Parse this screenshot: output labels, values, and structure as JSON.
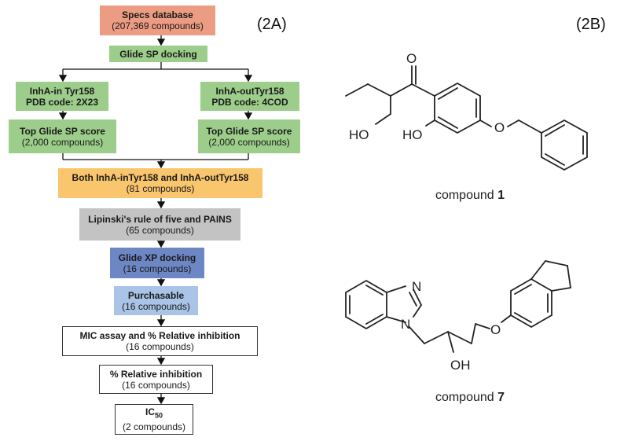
{
  "panel_a_label": "(2A)",
  "panel_b_label": "(2B)",
  "flowchart": {
    "specs_title": "Specs database",
    "specs_sub": "(207,369 compounds)",
    "glide_sp": "Glide SP docking",
    "inha_in_title": "InhA-in Tyr158",
    "inha_in_pdb": "PDB code: 2X23",
    "inha_out_title": "InhA-outTyr158",
    "inha_out_pdb": "PDB code: 4COD",
    "top_left_title": "Top Glide SP score",
    "top_left_sub": "(2,000 compounds)",
    "top_right_title": "Top Glide SP score",
    "top_right_sub": "(2,000 compounds)",
    "both_title": "Both InhA-inTyr158 and InhA-outTyr158",
    "both_sub": "(81 compounds)",
    "lipinski_title": "Lipinski's rule of five and PAINS",
    "lipinski_sub": "(65 compounds)",
    "glide_xp_title": "Glide XP docking",
    "glide_xp_sub": "(16 compounds)",
    "purch_title": "Purchasable",
    "purch_sub": "(16 compounds)",
    "mic_title": "MIC assay and % Relative inhibition",
    "mic_sub": "(16 compounds)",
    "rel_title": "% Relative inhibition",
    "rel_sub": "(16 compounds)",
    "ic_title": "IC",
    "ic_subscript": "50",
    "ic_sub": "(2 compounds)"
  },
  "structures": {
    "c1_caption_prefix": "compound ",
    "c1_caption_num": "1",
    "c7_caption_prefix": "compound ",
    "c7_caption_num": "7",
    "atom_O": "O",
    "atom_HO": "HO",
    "atom_N": "N",
    "atom_OH": "OH"
  }
}
